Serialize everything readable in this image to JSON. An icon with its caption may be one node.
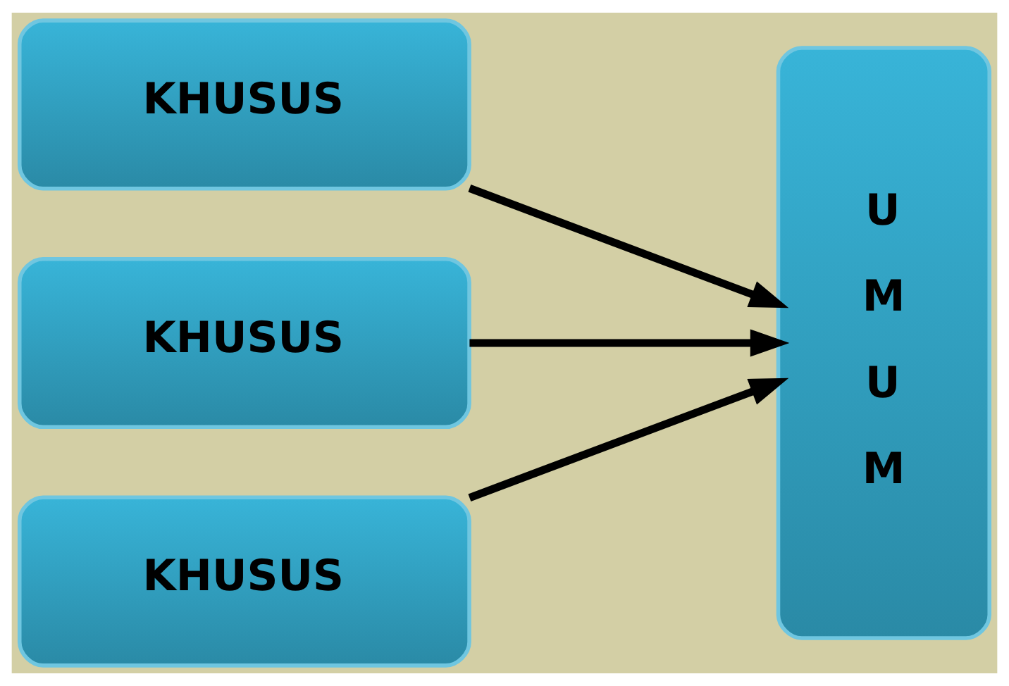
{
  "diagram": {
    "nodes": [
      {
        "text": [
          "KHUSUS"
        ]
      },
      {
        "text": [
          "KHUSUS"
        ]
      },
      {
        "text": [
          "KHUSUS"
        ]
      },
      {
        "text": [
          "UMUM"
        ]
      }
    ],
    "edges": [
      {
        "from": 0,
        "to": 3,
        "arrow": "to"
      },
      {
        "from": 1,
        "to": 3,
        "arrow": "to"
      },
      {
        "from": 2,
        "to": 3,
        "arrow": "to"
      }
    ]
  }
}
